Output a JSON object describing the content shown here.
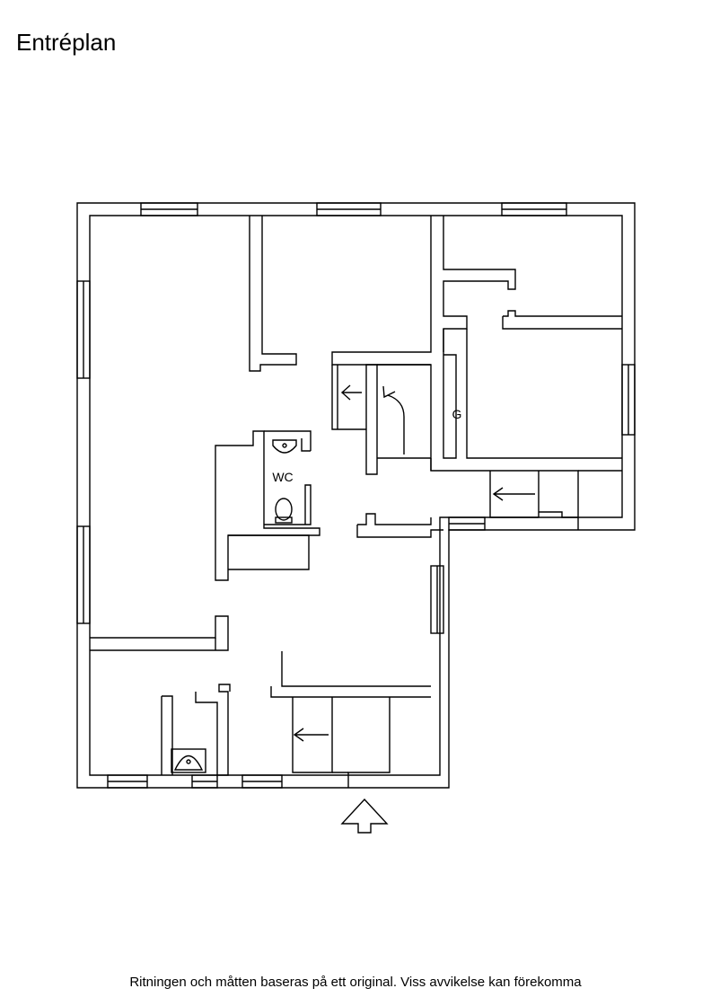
{
  "title": "Entréplan",
  "labels": {
    "wc": "WC",
    "garage": "G"
  },
  "icons": {
    "entrance": "entrance-arrow-icon",
    "stairs": "stair-direction-arrow-icon",
    "toilet": "toilet-icon",
    "sink": "sink-icon",
    "appliance": "washing-machine-icon"
  },
  "footer": "Ritningen och måtten baseras på ett original. Viss avvikelse kan förekomma"
}
